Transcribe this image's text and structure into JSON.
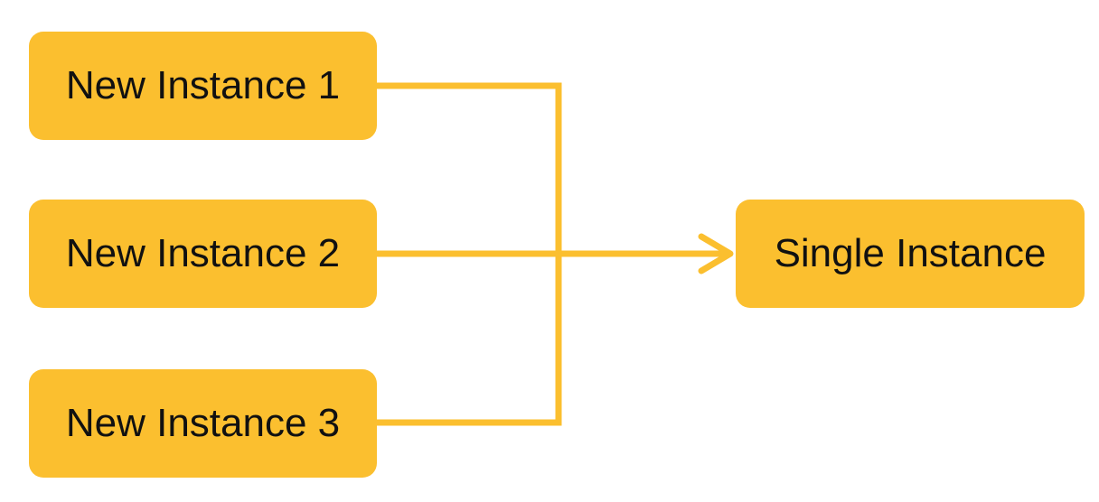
{
  "colors": {
    "box_fill": "#FBBF2F",
    "connector": "#FBBF2F",
    "text": "#111111"
  },
  "sources": [
    {
      "label": "New Instance 1"
    },
    {
      "label": "New Instance 2"
    },
    {
      "label": "New Instance 3"
    }
  ],
  "target": {
    "label": "Single Instance"
  }
}
